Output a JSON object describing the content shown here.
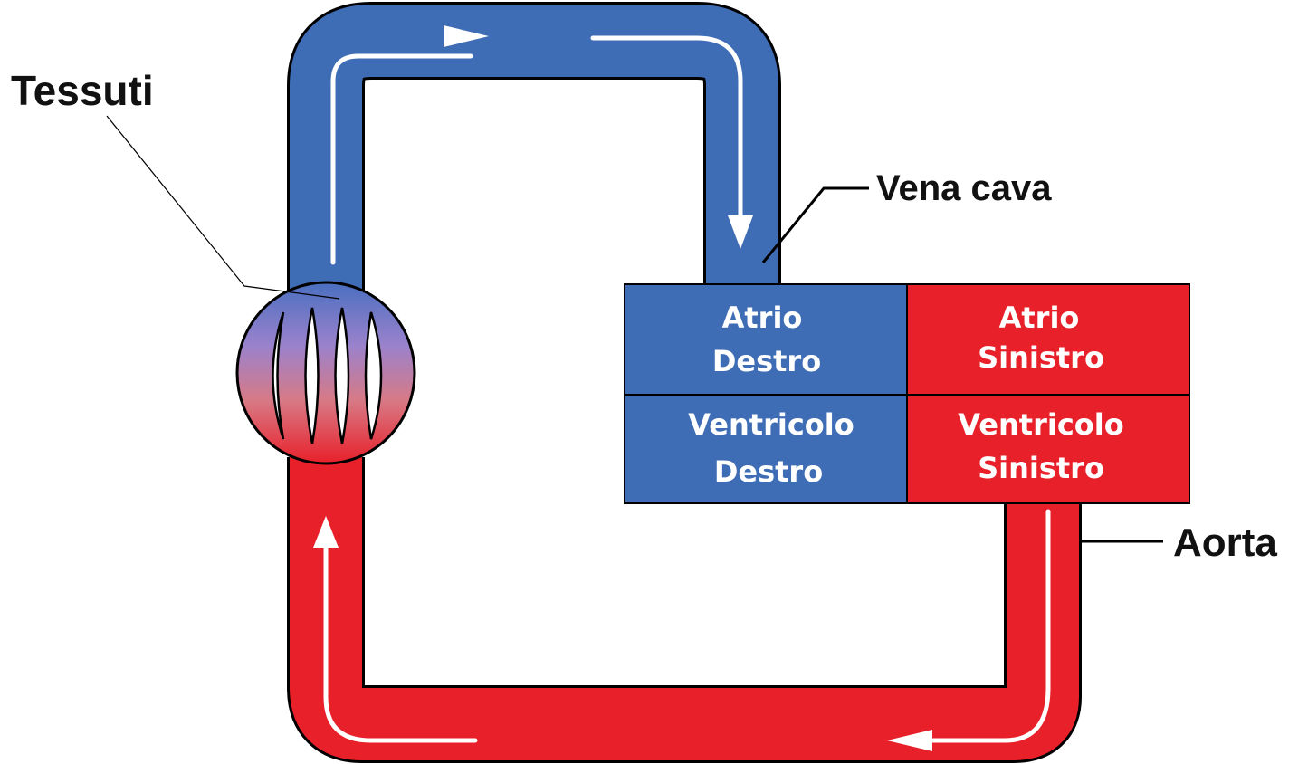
{
  "labels": {
    "tissues": "Tessuti",
    "vena_cava": "Vena cava",
    "aorta": "Aorta"
  },
  "heart": {
    "right_atrium": {
      "line1": "Atrio",
      "line2": "Destro"
    },
    "left_atrium": {
      "line1": "Atrio",
      "line2": "Sinistro"
    },
    "right_ventricle": {
      "line1": "Ventricolo",
      "line2": "Destro"
    },
    "left_ventricle": {
      "line1": "Ventricolo",
      "line2": "Sinistro"
    }
  },
  "colors": {
    "venous": "#3f6db5",
    "arterial": "#e8202a",
    "capillary_mix": "#9a7fc8",
    "arrow": "#ffffff",
    "outline": "#000000"
  }
}
